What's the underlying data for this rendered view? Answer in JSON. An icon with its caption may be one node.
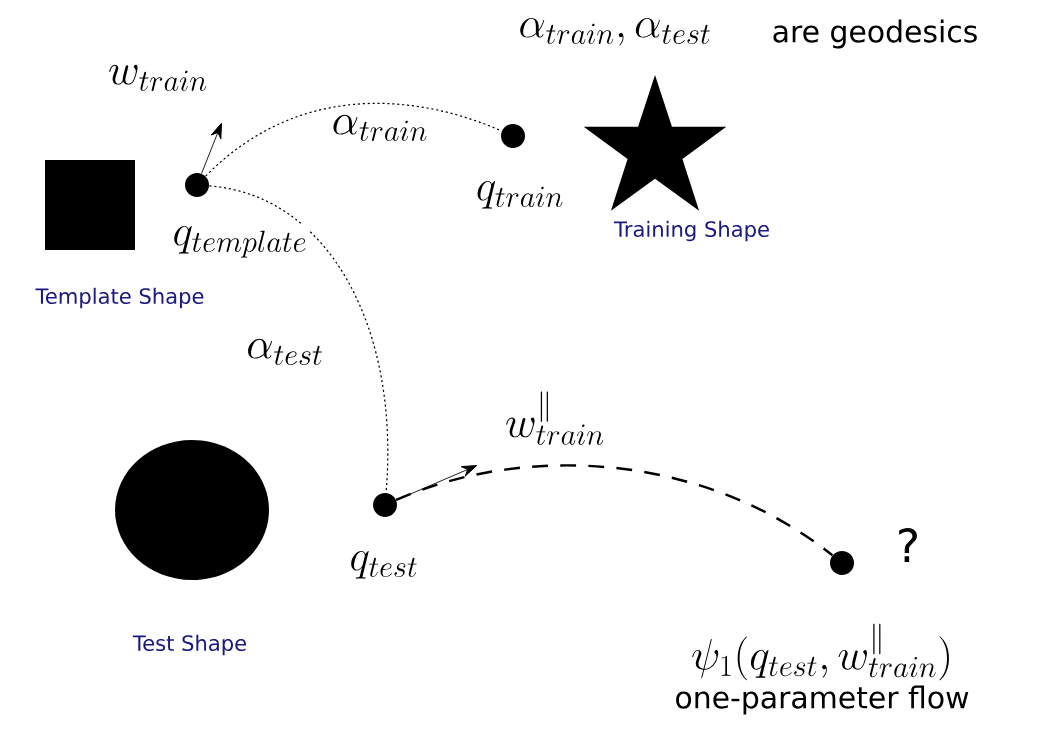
{
  "diagram": {
    "nodes": [
      {
        "text": [],
        "shape": "box",
        "beside": [
          "Template Shape"
        ]
      },
      {
        "text": [],
        "shape": "star",
        "beside": [
          "Training Shape"
        ]
      },
      {
        "text": [],
        "shape": "circle",
        "beside": [
          "Test Shape"
        ]
      },
      {
        "text": [
          "q_{template}"
        ]
      },
      {
        "text": [
          "q_{train}"
        ]
      },
      {
        "text": [
          "q_{test}"
        ]
      },
      {
        "text": [
          "?"
        ],
        "beside": [
          "\\psi_1(q_{test}, w^{\\parallel}_{train})",
          "one-parameter flow"
        ]
      }
    ],
    "edges": [
      {
        "from": 3,
        "to": null,
        "arrow": "to",
        "label": "w_{train}"
      },
      {
        "from": 3,
        "to": 4,
        "arrow": "none",
        "label": "\\alpha_{train}",
        "style": "dashed"
      },
      {
        "from": 3,
        "to": 5,
        "arrow": "none",
        "label": "\\alpha_{test}",
        "style": "dashed"
      },
      {
        "from": 5,
        "to": null,
        "arrow": "to",
        "label": "w^{\\parallel}_{train}"
      },
      {
        "from": 5,
        "to": 6,
        "arrow": "none",
        "style": "dashed"
      }
    ],
    "labels": [
      "\\alpha_{train}, \\alpha_{test}",
      "are geodesics"
    ]
  }
}
